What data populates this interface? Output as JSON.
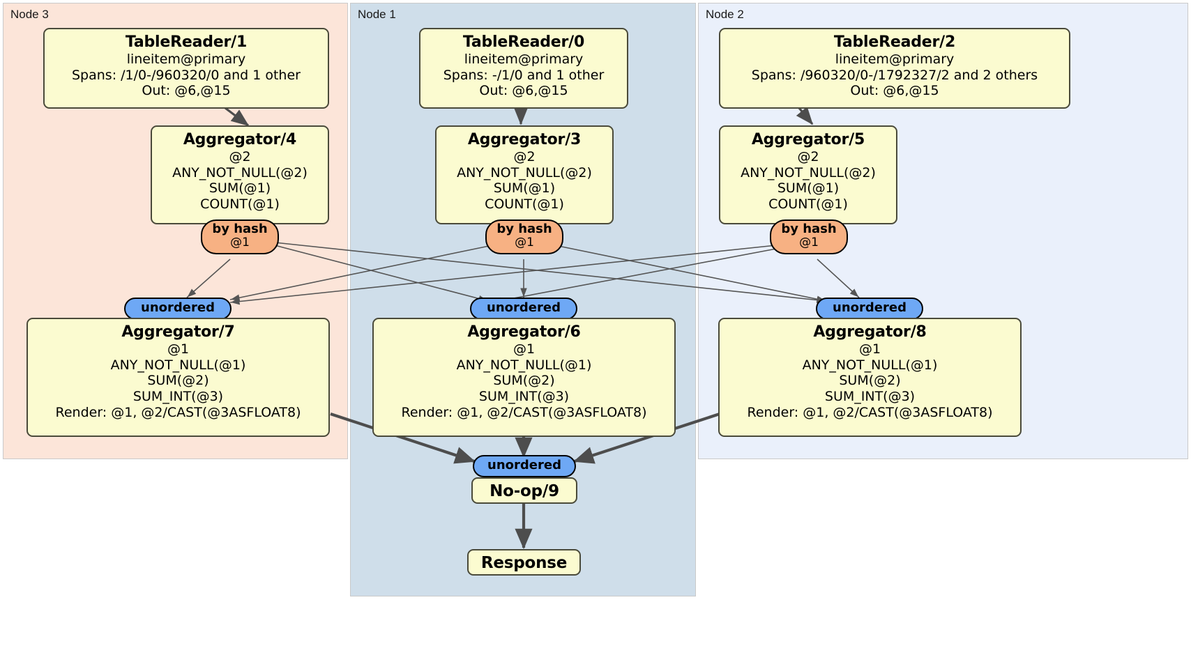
{
  "diagram": {
    "type": "distributed-query-plan",
    "regions": [
      {
        "id": "node3",
        "label": "Node 3",
        "color": "#fce5d9"
      },
      {
        "id": "node1",
        "label": "Node 1",
        "color": "#cfdeea"
      },
      {
        "id": "node2",
        "label": "Node 2",
        "color": "#eaf0fb"
      }
    ],
    "processors": [
      {
        "id": "tr1",
        "title": "TableReader/1",
        "lines": [
          "lineitem@primary",
          "Spans: /1/0-/960320/0 and 1 other",
          "Out: @6,@15"
        ]
      },
      {
        "id": "tr0",
        "title": "TableReader/0",
        "lines": [
          "lineitem@primary",
          "Spans: -/1/0 and 1 other",
          "Out: @6,@15"
        ]
      },
      {
        "id": "tr2",
        "title": "TableReader/2",
        "lines": [
          "lineitem@primary",
          "Spans: /960320/0-/1792327/2 and 2 others",
          "Out: @6,@15"
        ]
      },
      {
        "id": "agg4",
        "title": "Aggregator/4",
        "lines": [
          "@2",
          "ANY_NOT_NULL(@2)",
          "SUM(@1)",
          "COUNT(@1)"
        ]
      },
      {
        "id": "agg3",
        "title": "Aggregator/3",
        "lines": [
          "@2",
          "ANY_NOT_NULL(@2)",
          "SUM(@1)",
          "COUNT(@1)"
        ]
      },
      {
        "id": "agg5",
        "title": "Aggregator/5",
        "lines": [
          "@2",
          "ANY_NOT_NULL(@2)",
          "SUM(@1)",
          "COUNT(@1)"
        ]
      },
      {
        "id": "agg7",
        "title": "Aggregator/7",
        "lines": [
          "@1",
          "ANY_NOT_NULL(@1)",
          "SUM(@2)",
          "SUM_INT(@3)",
          "Render: @1, @2/CAST(@3ASFLOAT8)"
        ]
      },
      {
        "id": "agg6",
        "title": "Aggregator/6",
        "lines": [
          "@1",
          "ANY_NOT_NULL(@1)",
          "SUM(@2)",
          "SUM_INT(@3)",
          "Render: @1, @2/CAST(@3ASFLOAT8)"
        ]
      },
      {
        "id": "agg8",
        "title": "Aggregator/8",
        "lines": [
          "@1",
          "ANY_NOT_NULL(@1)",
          "SUM(@2)",
          "SUM_INT(@3)",
          "Render: @1, @2/CAST(@3ASFLOAT8)"
        ]
      },
      {
        "id": "noop9",
        "title": "No-op/9",
        "lines": []
      },
      {
        "id": "response",
        "title": "Response",
        "lines": []
      }
    ],
    "routers": [
      {
        "id": "hash4",
        "label": "by hash",
        "sub": "@1",
        "kind": "hash"
      },
      {
        "id": "hash3",
        "label": "by hash",
        "sub": "@1",
        "kind": "hash"
      },
      {
        "id": "hash5",
        "label": "by hash",
        "sub": "@1",
        "kind": "hash"
      },
      {
        "id": "unord7",
        "label": "unordered",
        "sub": "",
        "kind": "unordered"
      },
      {
        "id": "unord6",
        "label": "unordered",
        "sub": "",
        "kind": "unordered"
      },
      {
        "id": "unord8",
        "label": "unordered",
        "sub": "",
        "kind": "unordered"
      },
      {
        "id": "unord9",
        "label": "unordered",
        "sub": "",
        "kind": "unordered"
      }
    ],
    "colors": {
      "processor_fill": "#fbfbd0",
      "processor_stroke": "#4a4a3a",
      "hash_fill": "#f7b183",
      "unordered_fill": "#6ea8f5",
      "edge": "#4d4d4d",
      "thin_edge": "#555555"
    }
  }
}
